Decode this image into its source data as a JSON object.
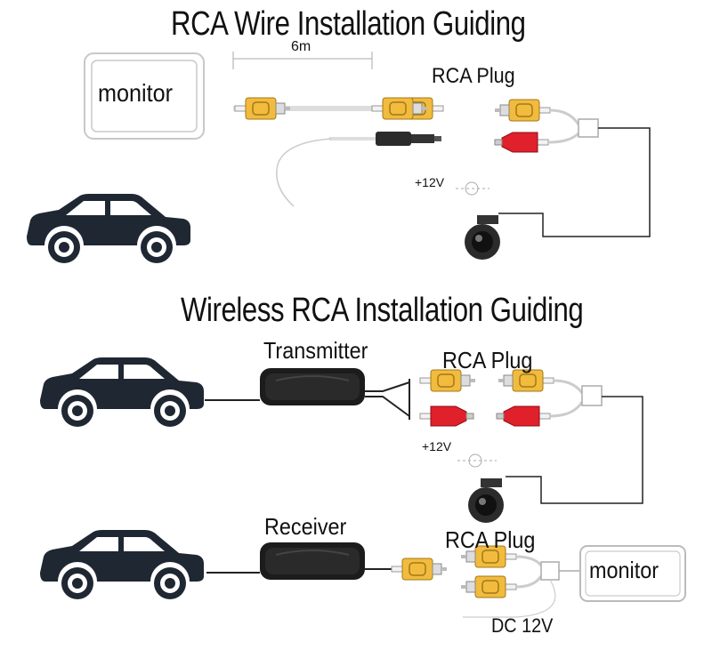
{
  "diagram": {
    "title_wired": "RCA Wire Installation Guiding",
    "title_wireless": "Wireless RCA Installation Guiding",
    "cable_length": "6m",
    "monitor_label": "monitor",
    "rca_plug_label": "RCA Plug",
    "power_label": "+12V",
    "transmitter_label": "Transmitter",
    "receiver_label": "Receiver",
    "dc_label": "DC 12V"
  },
  "colors": {
    "rca_yellow": "#f2bb3d",
    "rca_red": "#e0202a",
    "car_body": "#1f2733",
    "line": "#222222"
  },
  "icons": [
    "car-icon",
    "monitor-icon",
    "camera-icon",
    "rca-plug-icon",
    "wireless-module-icon"
  ]
}
